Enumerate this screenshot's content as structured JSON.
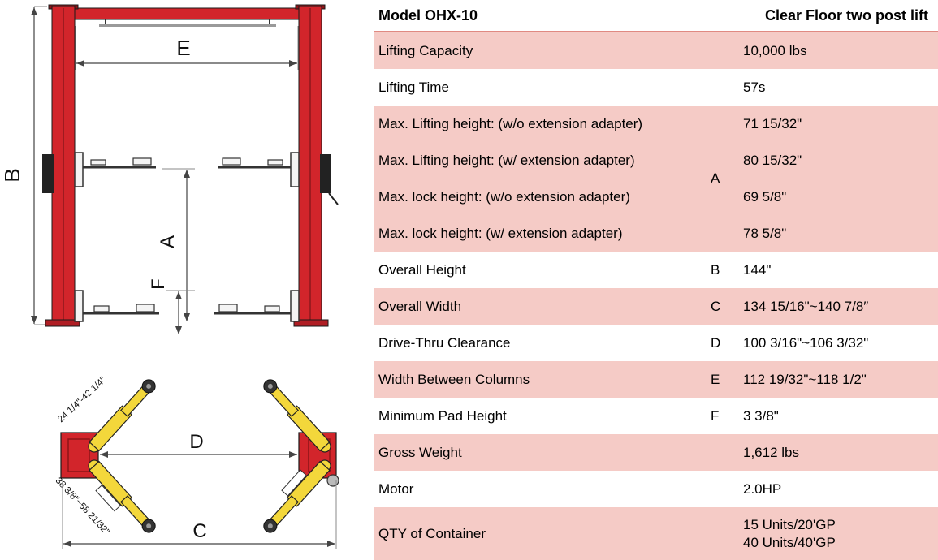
{
  "header": {
    "model": "Model OHX-10",
    "subtitle": "Clear Floor two post lift"
  },
  "table": {
    "rows_top": [
      {
        "label": "Lifting Capacity",
        "letter": "",
        "value": "10,000 lbs"
      },
      {
        "label": "Lifting Time",
        "letter": "",
        "value": "57s"
      }
    ],
    "group": {
      "letter": "A",
      "rows": [
        {
          "label": "Max. Lifting height: (w/o extension adapter)",
          "value": "71 15/32\""
        },
        {
          "label": "Max. Lifting height:  (w/ extension adapter)",
          "value": "80 15/32\""
        },
        {
          "label": "Max. lock height:  (w/o extension adapter)",
          "value": "69 5/8\""
        },
        {
          "label": "Max. lock height:  (w/ extension adapter)",
          "value": "78 5/8\""
        }
      ]
    },
    "rows_bottom": [
      {
        "label": "Overall Height",
        "letter": "B",
        "value": "144\""
      },
      {
        "label": "Overall Width",
        "letter": "C",
        "value": "134 15/16\"~140 7/8″"
      },
      {
        "label": "Drive-Thru Clearance",
        "letter": "D",
        "value": "100 3/16\"~106 3/32\""
      },
      {
        "label": "Width Between Columns",
        "letter": "E",
        "value": "112 19/32\"~118 1/2\""
      },
      {
        "label": "Minimum Pad Height",
        "letter": "F",
        "value": "3  3/8\""
      },
      {
        "label": "Gross Weight",
        "letter": "",
        "value": "1,612 lbs"
      },
      {
        "label": "Motor",
        "letter": "",
        "value": "2.0HP"
      },
      {
        "label": "QTY of Container",
        "letter": "",
        "value": "15 Units/20'GP",
        "value2": "40 Units/40'GP"
      }
    ]
  },
  "diagram": {
    "front": {
      "b": "B",
      "e": "E",
      "a": "A",
      "f": "F"
    },
    "top": {
      "c": "C",
      "d": "D",
      "arm_short": "24 1/4\"-42 1/4\"",
      "arm_long": "38 3/8\"~58 21/32\""
    }
  },
  "colors": {
    "row_pink": "#f5cbc6",
    "header_rule": "#e08a82",
    "lift_red": "#d2252b",
    "arm_yellow": "#f3d73b"
  }
}
